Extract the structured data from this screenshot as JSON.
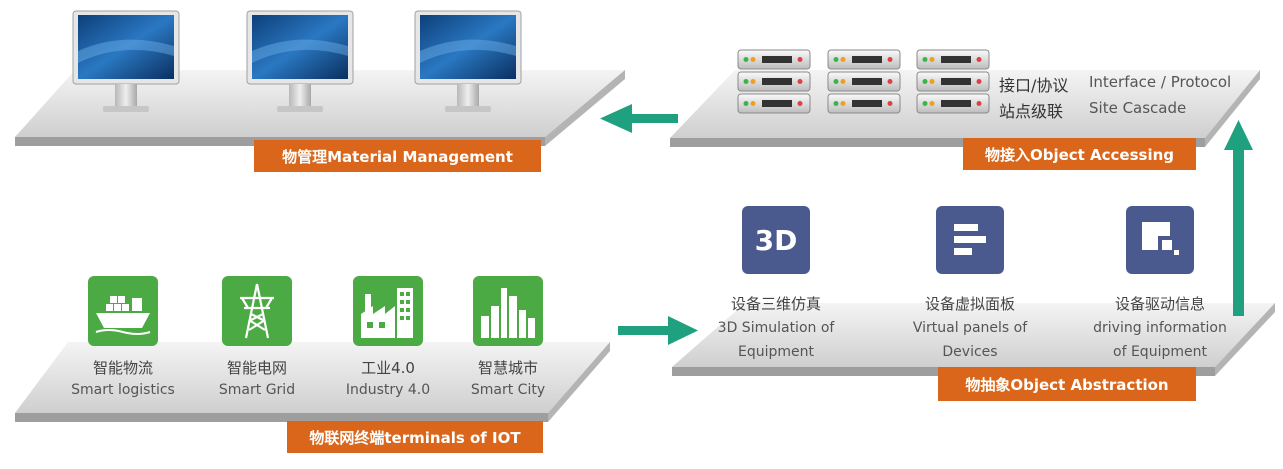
{
  "colors": {
    "accent_orange": "#d9661a",
    "arrow_teal": "#1fa07f",
    "icon_green": "#4caa45",
    "icon_slate": "#4b5a8e"
  },
  "material_management": {
    "label": "物管理Material Management",
    "icons": [
      "monitor-icon",
      "monitor-icon",
      "monitor-icon"
    ]
  },
  "object_accessing": {
    "label": "物接入Object Accessing",
    "line1_cn": "接口/协议",
    "line1_en": "Interface / Protocol",
    "line2_cn": "站点级联",
    "line2_en": "Site Cascade"
  },
  "object_abstraction": {
    "label": "物抽象Object Abstraction",
    "items": [
      {
        "icon": "3d-icon",
        "icon_text": "3D",
        "cn": "设备三维仿真",
        "en1": "3D Simulation of",
        "en2": "Equipment"
      },
      {
        "icon": "panel-icon",
        "cn": "设备虚拟面板",
        "en1": "Virtual panels of",
        "en2": "Devices"
      },
      {
        "icon": "driver-icon",
        "cn": "设备驱动信息",
        "en1": "driving information",
        "en2": "of Equipment"
      }
    ]
  },
  "iot_terminals": {
    "label": "物联网终端terminals of IOT",
    "items": [
      {
        "icon": "ship-icon",
        "cn": "智能物流",
        "en": "Smart logistics"
      },
      {
        "icon": "pylon-icon",
        "cn": "智能电网",
        "en": "Smart Grid"
      },
      {
        "icon": "factory-icon",
        "cn": "工业4.0",
        "en": "Industry 4.0"
      },
      {
        "icon": "city-icon",
        "cn": "智慧城市",
        "en": "Smart City"
      }
    ]
  }
}
